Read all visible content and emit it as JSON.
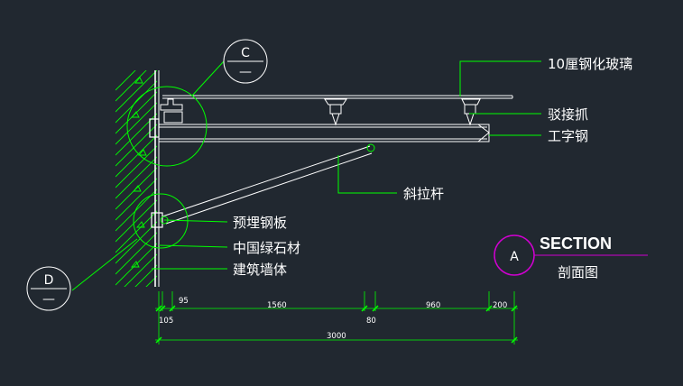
{
  "callouts": {
    "glass": "10厘钢化玻璃",
    "clamp": "驳接抓",
    "i_beam": "工字钢",
    "tie_rod": "斜拉杆",
    "embedded_plate": "预埋钢板",
    "granite": "中国绿石材",
    "wall": "建筑墙体"
  },
  "detail_bubbles": {
    "c": {
      "letter": "C",
      "sheet": "—"
    },
    "d": {
      "letter": "D",
      "sheet": "—"
    }
  },
  "section_mark": {
    "letter": "A",
    "title": "SECTION",
    "subtitle": "剖面图"
  },
  "dimensions": {
    "upper": [
      "95",
      "1560",
      "960",
      "200"
    ],
    "lower": [
      "105",
      "80"
    ],
    "overall": "3000"
  },
  "colors": {
    "background": "#212830",
    "linework": "#ffffff",
    "leaders": "#00ff00",
    "hatch": "#00ff00",
    "section_circle": "#d000d0"
  }
}
